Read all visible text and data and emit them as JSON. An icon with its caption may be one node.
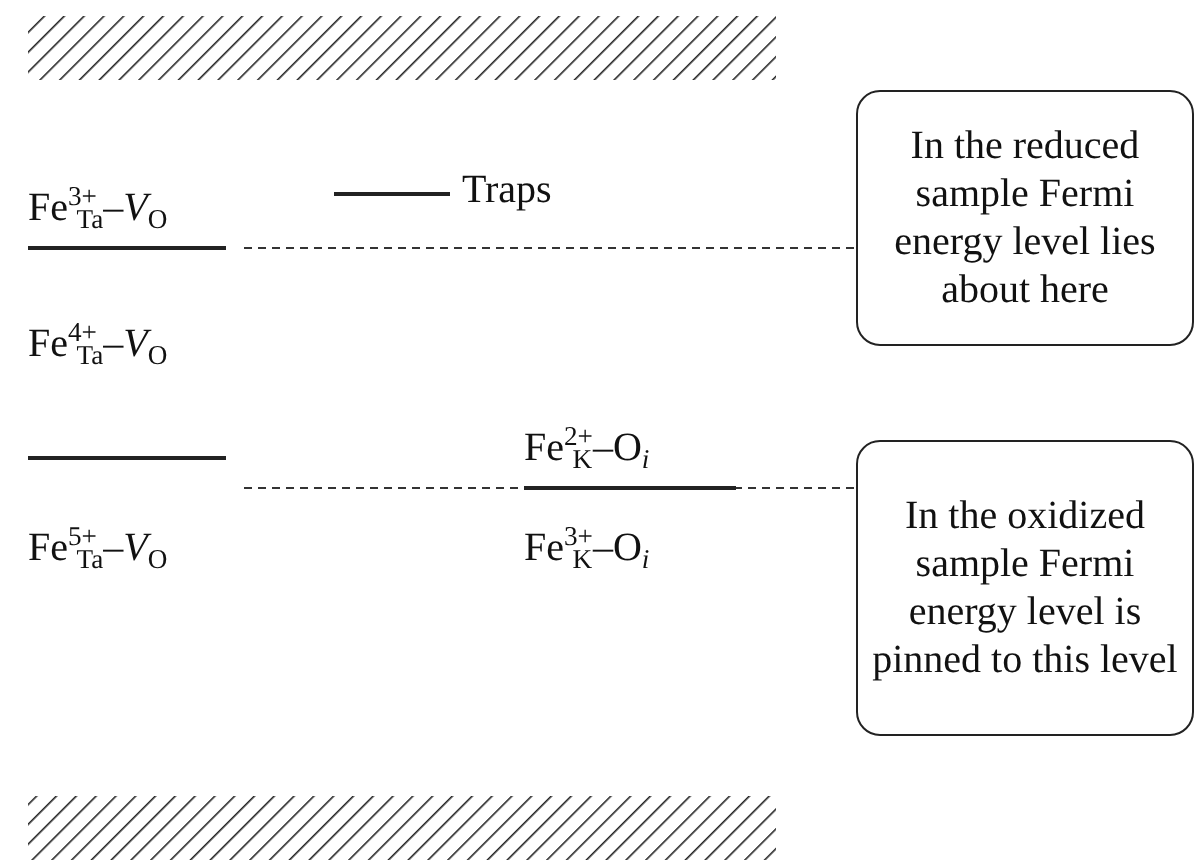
{
  "diagram": {
    "nodes": [
      {
        "text": [
          "In the reduced sample Fermi energy level lies about here"
        ]
      },
      {
        "text": [
          "In the oxidized sample Fermi energy level is pinned to this level"
        ]
      }
    ],
    "edges": [
      {
        "from": null,
        "to": 0,
        "arrow": "none",
        "style": "dashed"
      },
      {
        "from": null,
        "to": 1,
        "arrow": "none",
        "style": "dashed"
      }
    ],
    "labels": [
      "Fe$^{3+}$$_{Ta}$–*V*$_{O}$",
      "Traps",
      "Fe$^{4+}$$_{Ta}$–*V*$_{O}$",
      "Fe$^{2+}$$_{K}$–O$_{i}$",
      "Fe$^{5+}$$_{Ta}$–*V*$_{O}$",
      "Fe$^{3+}$$_{K}$–O$_{i}$"
    ]
  }
}
